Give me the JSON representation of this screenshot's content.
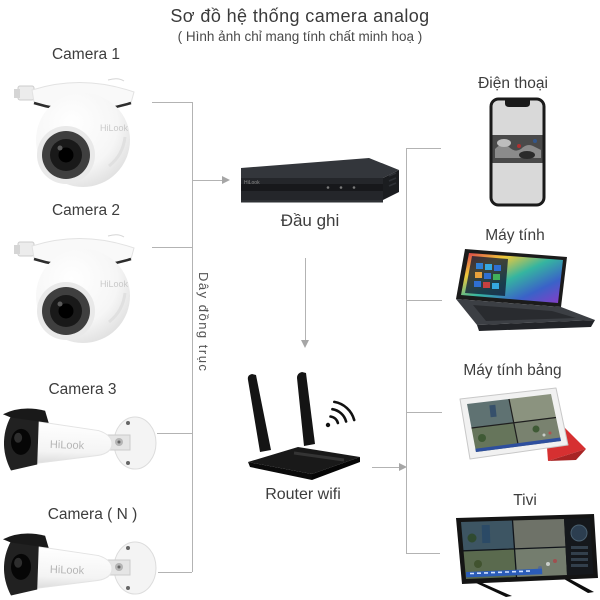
{
  "title": "Sơ đồ hệ thống camera analog",
  "subtitle": "( Hình ảnh chỉ mang tính chất minh hoạ )",
  "brand": "HiLook",
  "cameras": [
    {
      "label": "Camera 1",
      "kind": "dome"
    },
    {
      "label": "Camera 2",
      "kind": "dome"
    },
    {
      "label": "Camera 3",
      "kind": "bullet"
    },
    {
      "label": "Camera ( N )",
      "kind": "bullet"
    }
  ],
  "hub": {
    "dvr_label": "Đầu ghi",
    "cable_label": "Dây đồng trục",
    "router_label": "Router wifi"
  },
  "clients": [
    {
      "label": "Điện thoại",
      "kind": "phone"
    },
    {
      "label": "Máy tính",
      "kind": "laptop"
    },
    {
      "label": "Máy tính bảng",
      "kind": "tablet"
    },
    {
      "label": "Tivi",
      "kind": "tv"
    }
  ],
  "colors": {
    "connector_line": "#b3b3b3",
    "text": "#3d3d3d",
    "device_dark": "#1c1c1c",
    "tablet_stand_red": "#d63031",
    "monitor_toolbar_blue": "#2b5cb8"
  }
}
